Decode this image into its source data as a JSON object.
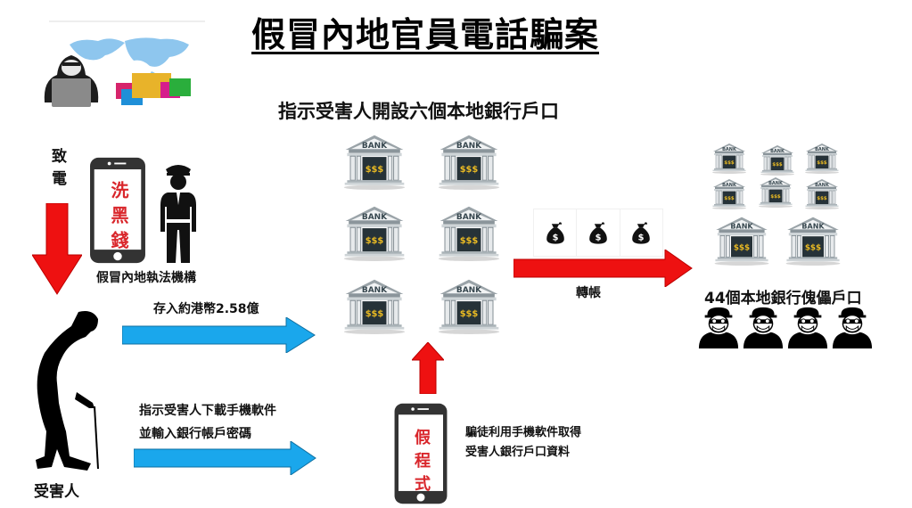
{
  "title": "假冒內地官員電話騙案",
  "subtitle": "指示受害人開設六個本地銀行戶口",
  "caller": {
    "label": "致電",
    "phone_text": "洗黑錢",
    "impersonation_label": "假冒內地執法機構"
  },
  "victim": {
    "label": "受害人"
  },
  "flows": {
    "deposit_label": "存入約港幣2.58億",
    "download_line1": "指示受害人下載手機軟件",
    "download_line2": "並輸入銀行帳戶密碼",
    "transfer_label": "轉帳"
  },
  "bank_icon": {
    "sign": "BANK",
    "money": "$$$",
    "money_bag_symbol": "$"
  },
  "fake_app": {
    "phone_text": "假程式",
    "desc_line1": "騙徒利用手機軟件取得",
    "desc_line2": "受害人銀行戶口資料"
  },
  "mule_accounts": {
    "label": "44個本地銀行傀儡戶口"
  },
  "colors": {
    "red_arrow": "#ee1111",
    "blue_arrow": "#1aa7ec",
    "bank_door": "#263238",
    "gold": "#e8b923",
    "phone_text_red": "#d9262b"
  }
}
